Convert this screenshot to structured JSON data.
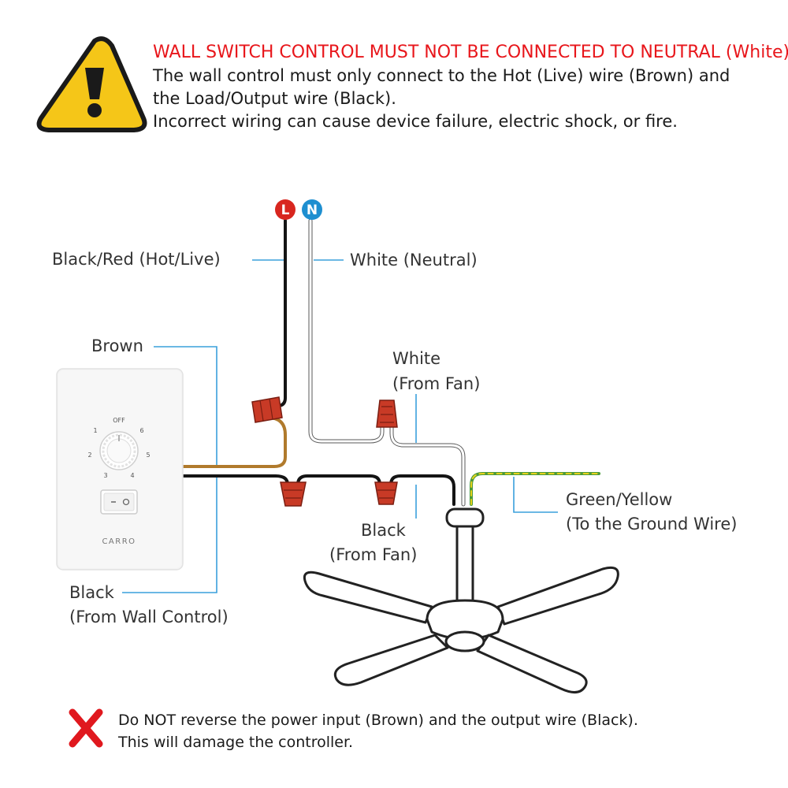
{
  "warning": {
    "title": "WALL SWITCH CONTROL MUST NOT BE CONNECTED TO NEUTRAL (White)",
    "lines": [
      "The wall control must only connect to the Hot (Live) wire (Brown) and",
      "the Load/Output wire (Black).",
      "Incorrect wiring can cause device failure, electric shock, or fire."
    ]
  },
  "terminals": {
    "live": "L",
    "neutral": "N"
  },
  "labels": {
    "hot_live": "Black/Red (Hot/Live)",
    "neutral": "White (Neutral)",
    "brown": "Brown",
    "white_from_fan": [
      "White",
      "(From Fan)"
    ],
    "black_from_fan": [
      "Black",
      "(From Fan)"
    ],
    "green_yellow": [
      "Green/Yellow",
      "(To the Ground Wire)"
    ],
    "black_from_wall": [
      "Black",
      "(From Wall Control)"
    ]
  },
  "wall_control": {
    "brand": "CARRO",
    "dial_marks": [
      "OFF",
      "1",
      "2",
      "3",
      "4",
      "5",
      "6"
    ]
  },
  "bottom_note": {
    "lines": [
      "Do NOT reverse the power input (Brown) and the output wire (Black).",
      "This will damage the controller."
    ]
  },
  "colors": {
    "warning_red": "#e8161b",
    "warning_yellow": "#f5c618",
    "leader_blue": "#3aa0dc",
    "brown_wire": "#b07a2c",
    "wire_nut": "#c83a26",
    "live_badge": "#d8261f",
    "neutral_badge": "#1e8fd0",
    "ground_green": "#4a9a3a",
    "ground_yellow": "#e6d21c"
  },
  "icons": [
    "warning-triangle-icon",
    "cross-icon"
  ]
}
